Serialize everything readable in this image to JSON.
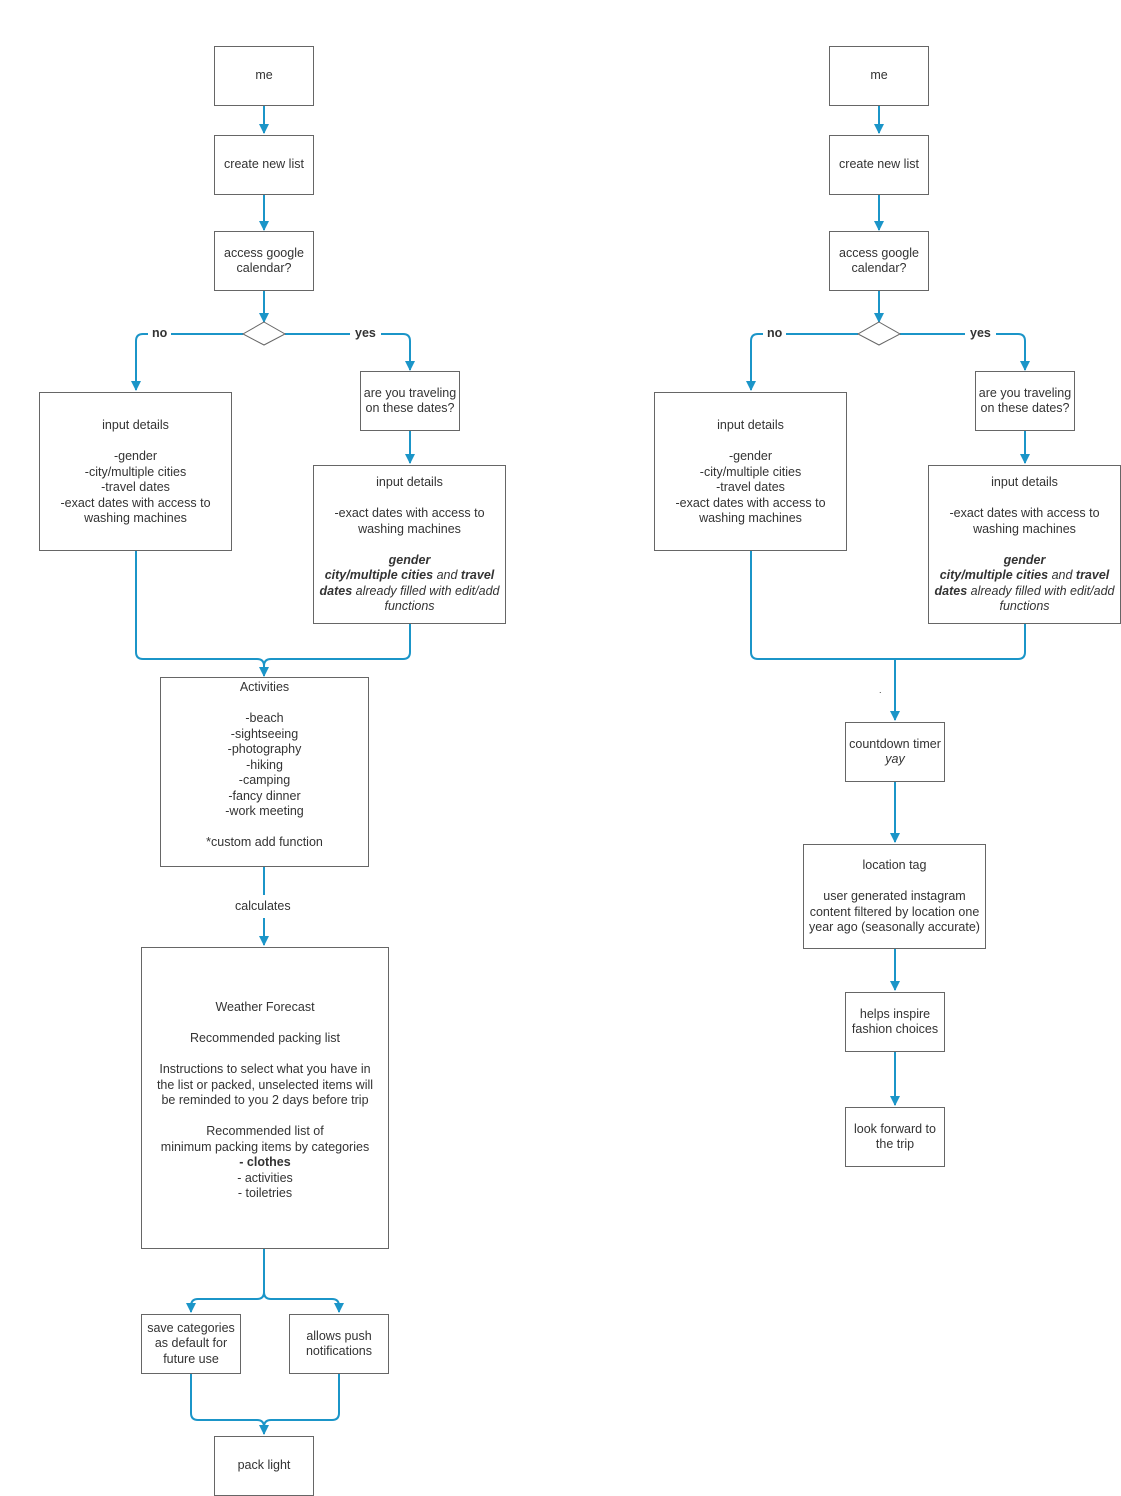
{
  "colors": {
    "edge": "#1b95c8",
    "border": "#666666",
    "text": "#333333"
  },
  "left": {
    "me": "me",
    "create": "create new list",
    "access": [
      "access google",
      "calendar?"
    ],
    "no": "no",
    "yes": "yes",
    "traveling": [
      "are you traveling",
      "on these dates?"
    ],
    "input_no": [
      "input details",
      "",
      "-gender",
      "-city/multiple cities",
      "-travel dates",
      "-exact dates with access to",
      "washing machines"
    ],
    "input_yes": {
      "title": "input details",
      "line1": "-exact dates with access to",
      "line2": "washing machines",
      "gender": "gender",
      "cities": "city/multiple cities",
      "and": " and ",
      "travel": "travel",
      "dates": "dates",
      "already": " already filled with edit/add",
      "functions": "functions"
    },
    "activities": [
      "Activities",
      "",
      "-beach",
      "-sightseeing",
      "-photography",
      "-hiking",
      "-camping",
      "-fancy dinner",
      "-work meeting",
      "",
      "*custom add function"
    ],
    "calculates": "calculates",
    "weather": {
      "title": "Weather Forecast",
      "rec": "Recommended packing list",
      "instr1": "Instructions to select what you have in",
      "instr2": "the list or packed, unselected items will",
      "instr3": "be reminded to you 2 days before trip",
      "min1": "Recommended list of",
      "min2": "minimum packing items by categories",
      "clothes": "- clothes",
      "activities": "- activities",
      "toiletries": "- toiletries"
    },
    "save": [
      "save categories",
      "as default for",
      "future use"
    ],
    "push": [
      "allows push",
      "notifications"
    ],
    "pack": "pack light"
  },
  "right": {
    "me": "me",
    "create": "create new list",
    "access": [
      "access google",
      "calendar?"
    ],
    "no": "no",
    "yes": "yes",
    "traveling": [
      "are you traveling",
      "on these dates?"
    ],
    "input_no": [
      "input details",
      "",
      "-gender",
      "-city/multiple cities",
      "-travel dates",
      "-exact dates with access to",
      "washing machines"
    ],
    "input_yes": {
      "title": "input details",
      "line1": "-exact dates with access to",
      "line2": "washing machines",
      "gender": "gender",
      "cities": "city/multiple cities",
      "and": " and ",
      "travel": "travel",
      "dates": "dates",
      "already": " already filled with edit/add",
      "functions": "functions"
    },
    "dot": ".",
    "countdown": "countdown timer",
    "yay": "yay",
    "location": [
      "location tag",
      "",
      "user generated instagram",
      "content filtered by location one",
      "year ago (seasonally accurate)"
    ],
    "inspire": [
      "helps inspire",
      "fashion choices"
    ],
    "forward": [
      "look forward to",
      "the trip"
    ]
  }
}
